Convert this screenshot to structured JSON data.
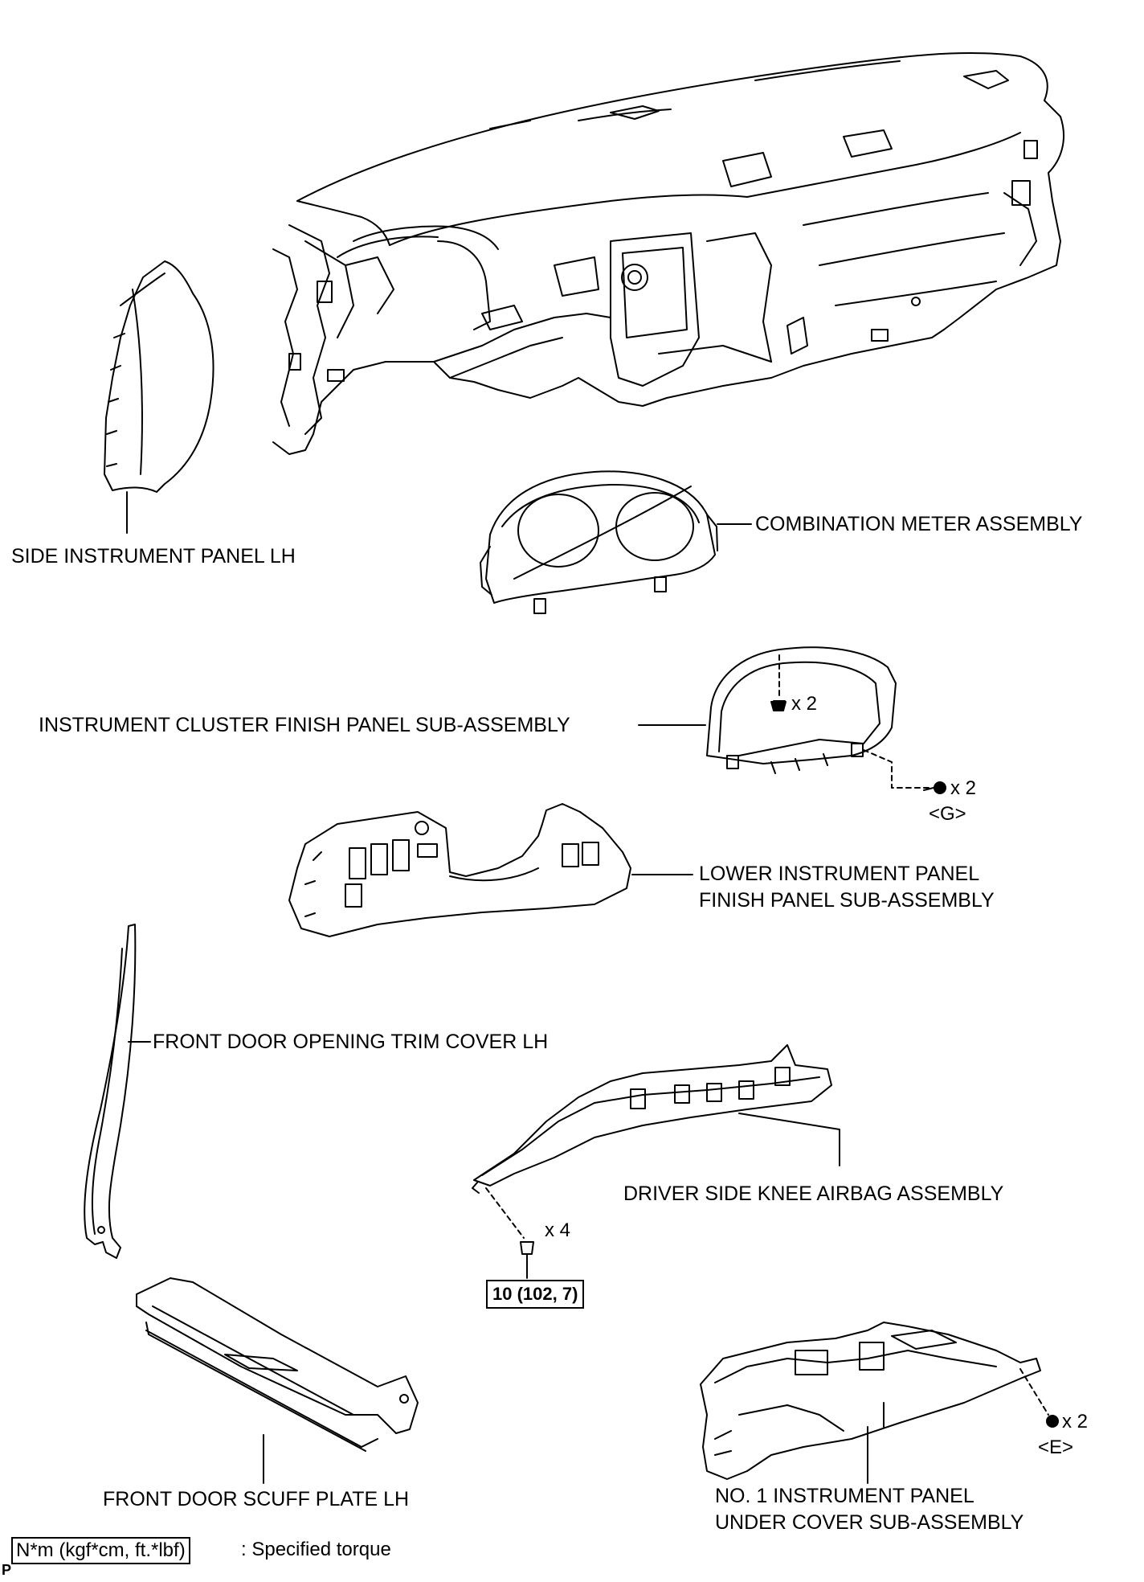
{
  "labels": {
    "side_panel": "SIDE INSTRUMENT PANEL LH",
    "meter": "COMBINATION METER ASSEMBLY",
    "cluster_panel": "INSTRUMENT CLUSTER FINISH PANEL SUB-ASSEMBLY",
    "lower_panel_line1": "LOWER INSTRUMENT PANEL",
    "lower_panel_line2": "FINISH PANEL SUB-ASSEMBLY",
    "door_trim": "FRONT DOOR OPENING TRIM COVER LH",
    "knee_airbag": "DRIVER SIDE KNEE AIRBAG ASSEMBLY",
    "scuff_plate": "FRONT DOOR SCUFF PLATE LH",
    "under_cover_line1": "NO. 1 INSTRUMENT PANEL",
    "under_cover_line2": "UNDER COVER SUB-ASSEMBLY"
  },
  "fasteners": {
    "clip_qty": "x 2",
    "screw_g_qty": "x 2",
    "screw_g_code": "<G>",
    "bolt_qty": "x 4",
    "bolt_torque": "10 (102, 7)",
    "screw_e_qty": "x 2",
    "screw_e_code": "<E>"
  },
  "legend": {
    "unit": "N*m (kgf*cm, ft.*lbf)",
    "text": ": Specified torque"
  },
  "corner_mark": "P"
}
